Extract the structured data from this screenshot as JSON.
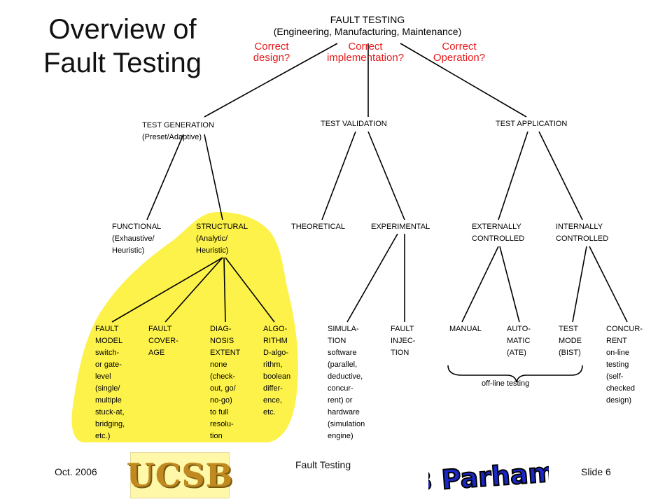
{
  "slide": {
    "title_line1": "Overview of",
    "title_line2": "Fault Testing",
    "footer_left": "Oct. 2006",
    "footer_center": "Fault Testing",
    "footer_right": "Slide 6",
    "logo_left_text": "UCSB",
    "logo_right_text": "B Parhami"
  },
  "root": {
    "line1": "FAULT TESTING",
    "line2": "(Engineering, Manufacturing, Maintenance)"
  },
  "questions": [
    {
      "line1": "Correct",
      "line2": "design?"
    },
    {
      "line1": "Correct",
      "line2": "implementation?"
    },
    {
      "line1": "Correct",
      "line2": "Operation?"
    }
  ],
  "level1": [
    {
      "label": "TEST GENERATION",
      "sub": "(Preset/Adaptive)"
    },
    {
      "label": "TEST VALIDATION"
    },
    {
      "label": "TEST APPLICATION"
    }
  ],
  "level2": [
    {
      "label": "FUNCTIONAL\n(Exhaustive/\nHeuristic)"
    },
    {
      "label": "STRUCTURAL\n(Analytic/\nHeuristic)"
    },
    {
      "label": "THEORETICAL"
    },
    {
      "label": "EXPERIMENTAL"
    },
    {
      "label": "EXTERNALLY\nCONTROLLED"
    },
    {
      "label": "INTERNALLY\nCONTROLLED"
    }
  ],
  "level3": [
    {
      "label": "FAULT\nMODEL\nswitch-\nor gate-\nlevel\n(single/\nmultiple\nstuck-at,\nbridging,\netc.)"
    },
    {
      "label": "FAULT\nCOVER-\nAGE"
    },
    {
      "label": "DIAG-\nNOSIS\nEXTENT\nnone\n(check-\nout, go/\nno-go)\nto full\nresolu-\ntion"
    },
    {
      "label": "ALGO-\nRITHM\nD-algo-\nrithm,\nboolean\ndiffer-\nence,\netc."
    },
    {
      "label": "SIMULA-\nTION\nsoftware\n(parallel,\ndeductive,\nconcur-\nrent) or\nhardware\n(simulation\nengine)"
    },
    {
      "label": "FAULT\nINJEC-\nTION"
    },
    {
      "label": "MANUAL"
    },
    {
      "label": "AUTO-\nMATIC\n(ATE)"
    },
    {
      "label": "TEST\nMODE\n(BIST)"
    },
    {
      "label": "CONCUR-\nRENT\non-line\ntesting\n(self-\nchecked\ndesign)"
    }
  ],
  "brace_label": "off-line testing",
  "colors": {
    "highlight": "#fdf24a",
    "question": "#e8191b"
  }
}
